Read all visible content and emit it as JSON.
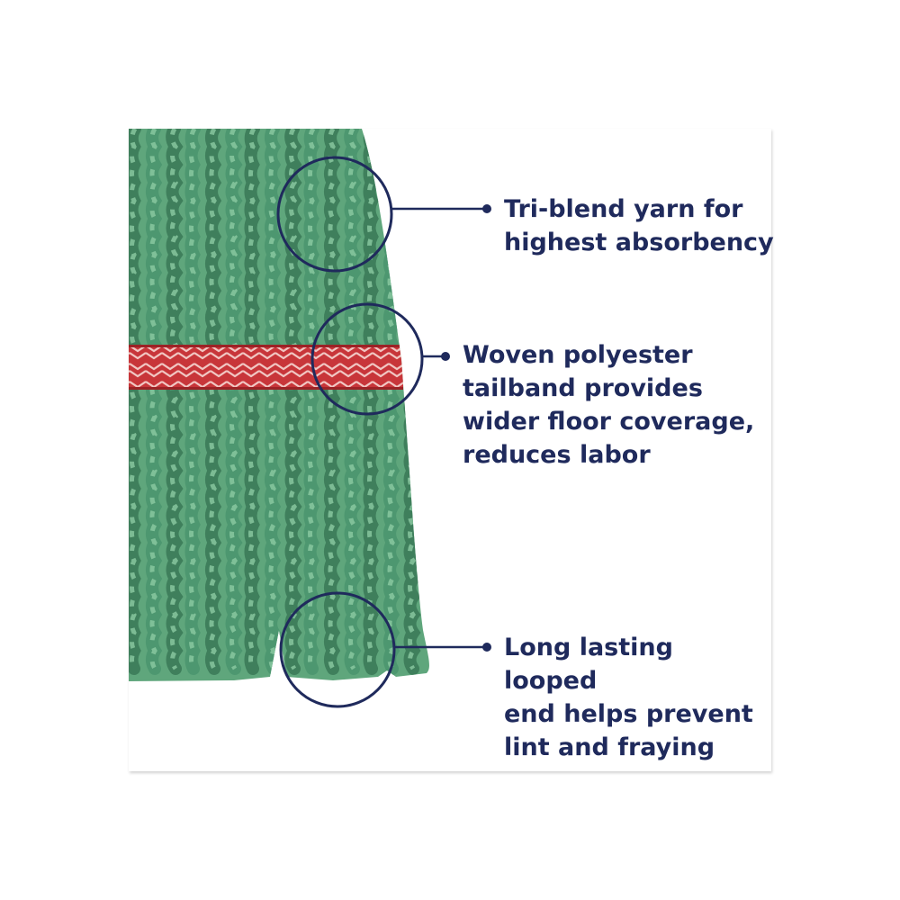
{
  "colors": {
    "callout_text": "#1f2a5c",
    "callout_line": "#1f2a5c",
    "mop_green": "#5fa67c",
    "mop_green_dark": "#3f7f5c",
    "tailband_red": "#c8363a"
  },
  "callouts": [
    {
      "text": "Tri-blend yarn for\nhighest absorbency"
    },
    {
      "text": "Woven polyester\ntailband provides\nwider floor coverage,\nreduces labor"
    },
    {
      "text": "Long lasting looped\nend helps prevent\nlint and fraying"
    }
  ]
}
